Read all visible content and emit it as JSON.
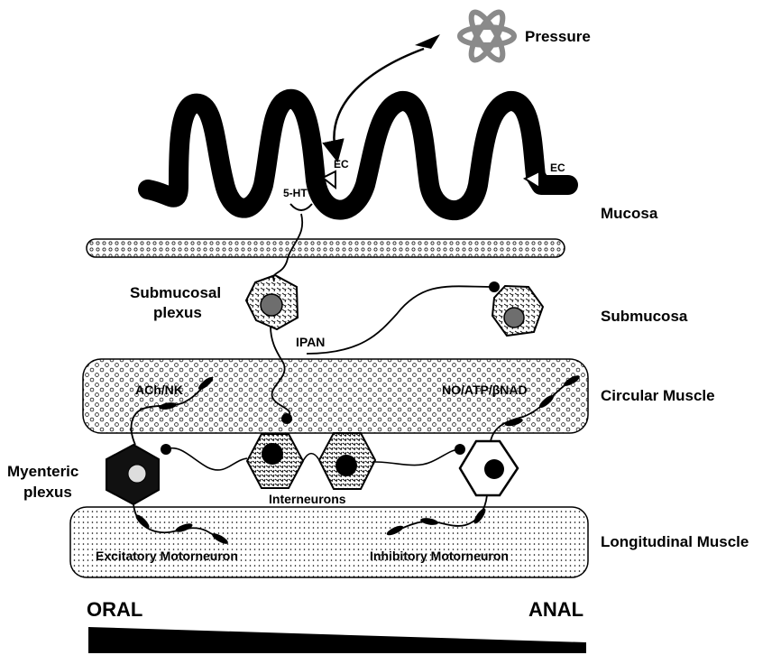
{
  "labels": {
    "pressure": "Pressure",
    "mucosa": "Mucosa",
    "submucosa": "Submucosa",
    "circular_muscle": "Circular Muscle",
    "longitudinal_muscle": "Longitudinal Muscle",
    "submucosal_plexus_line1": "Submucosal",
    "submucosal_plexus_line2": "plexus",
    "myenteric_plexus_line1": "Myenteric",
    "myenteric_plexus_line2": "plexus",
    "ec_left": "EC",
    "ec_right": "EC",
    "serotonin": "5-HT",
    "ipan": "IPAN",
    "ach_nk": "ACh/NK",
    "no_atp": "NO/ATP/βNAD",
    "interneurons": "Interneurons",
    "excitatory": "Excitatory Motorneuron",
    "inhibitory": "Inhibitory Motorneuron",
    "oral": "ORAL",
    "anal": "ANAL"
  },
  "colors": {
    "ink": "#000000",
    "background": "#ffffff",
    "soma_fill_grey": "#6e6e6e",
    "pressure_icon": "#8a8a8a"
  }
}
